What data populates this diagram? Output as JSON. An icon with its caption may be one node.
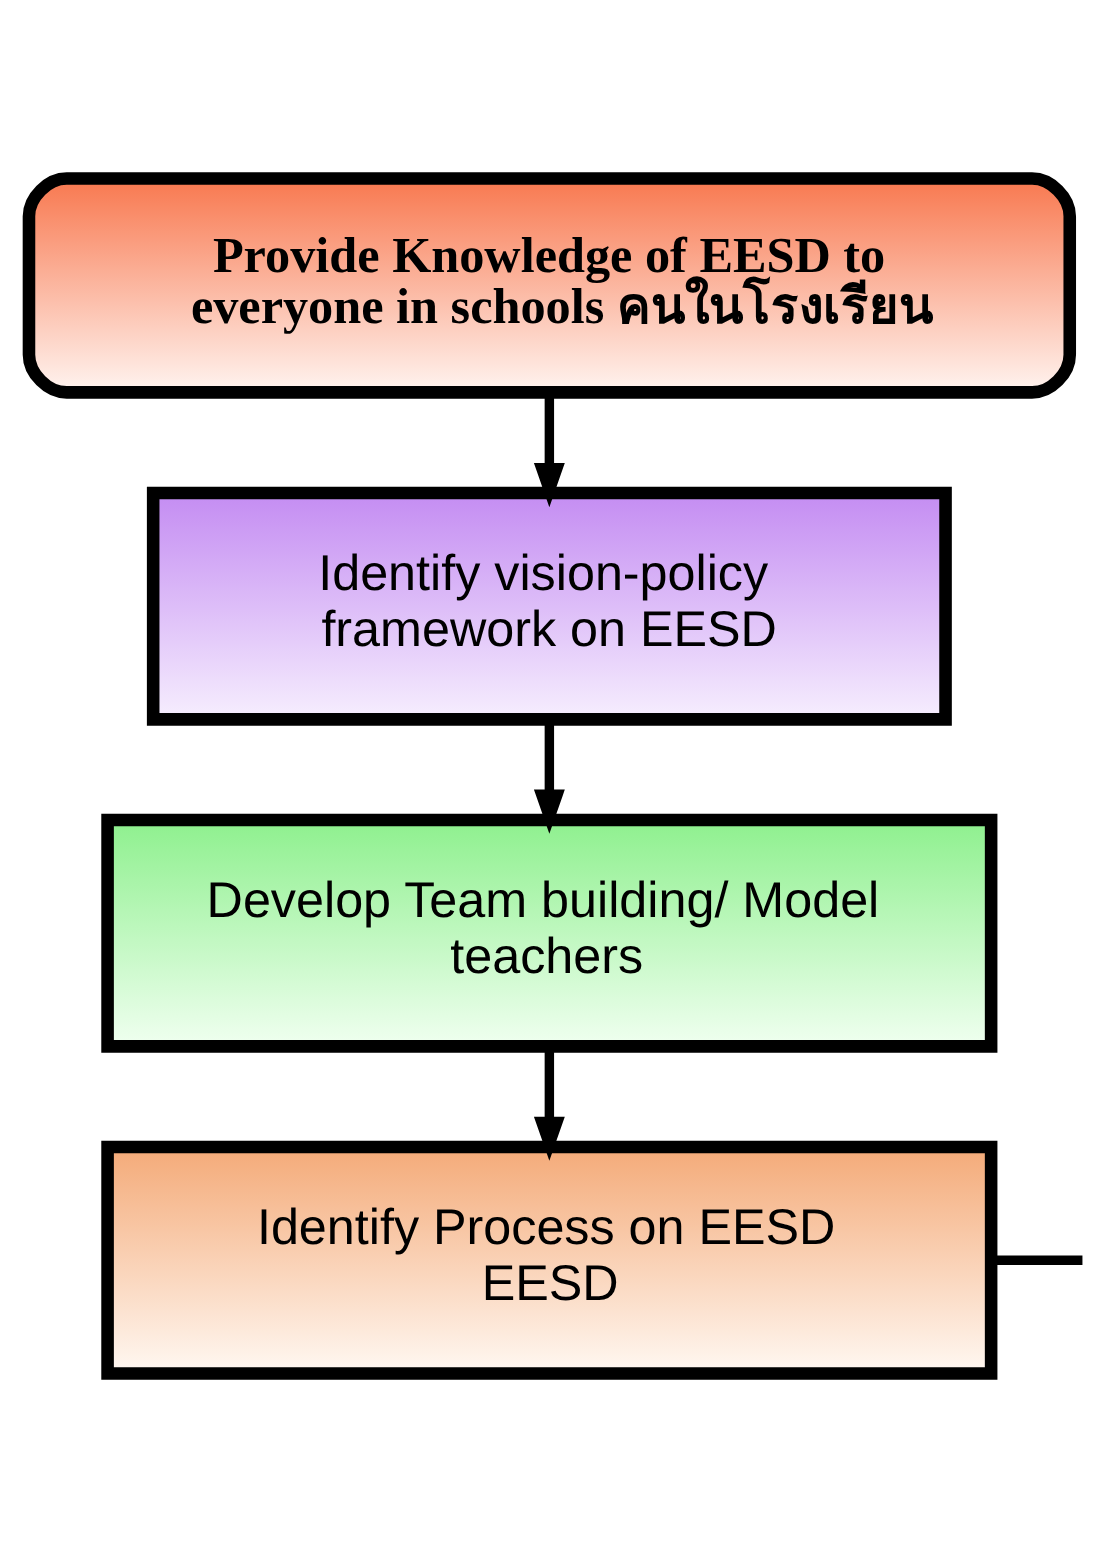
{
  "diagram": {
    "nodes": [
      {
        "text": [
          "Provide Knowledge of EESD to everyone in schools คนในโรงเรียน"
        ]
      },
      {
        "text": [
          "Identify vision-policy framework on EESD"
        ]
      },
      {
        "text": [
          "Develop Team building/ Model teachers"
        ]
      },
      {
        "text": [
          "Identify Process on EESD EESD"
        ]
      }
    ],
    "edges": [
      {
        "from": 0,
        "to": 1,
        "arrow": "to"
      },
      {
        "from": 1,
        "to": 2,
        "arrow": "to"
      },
      {
        "from": 2,
        "to": 3,
        "arrow": "to"
      },
      {
        "from": 3,
        "to": null,
        "arrow": "none"
      }
    ]
  }
}
